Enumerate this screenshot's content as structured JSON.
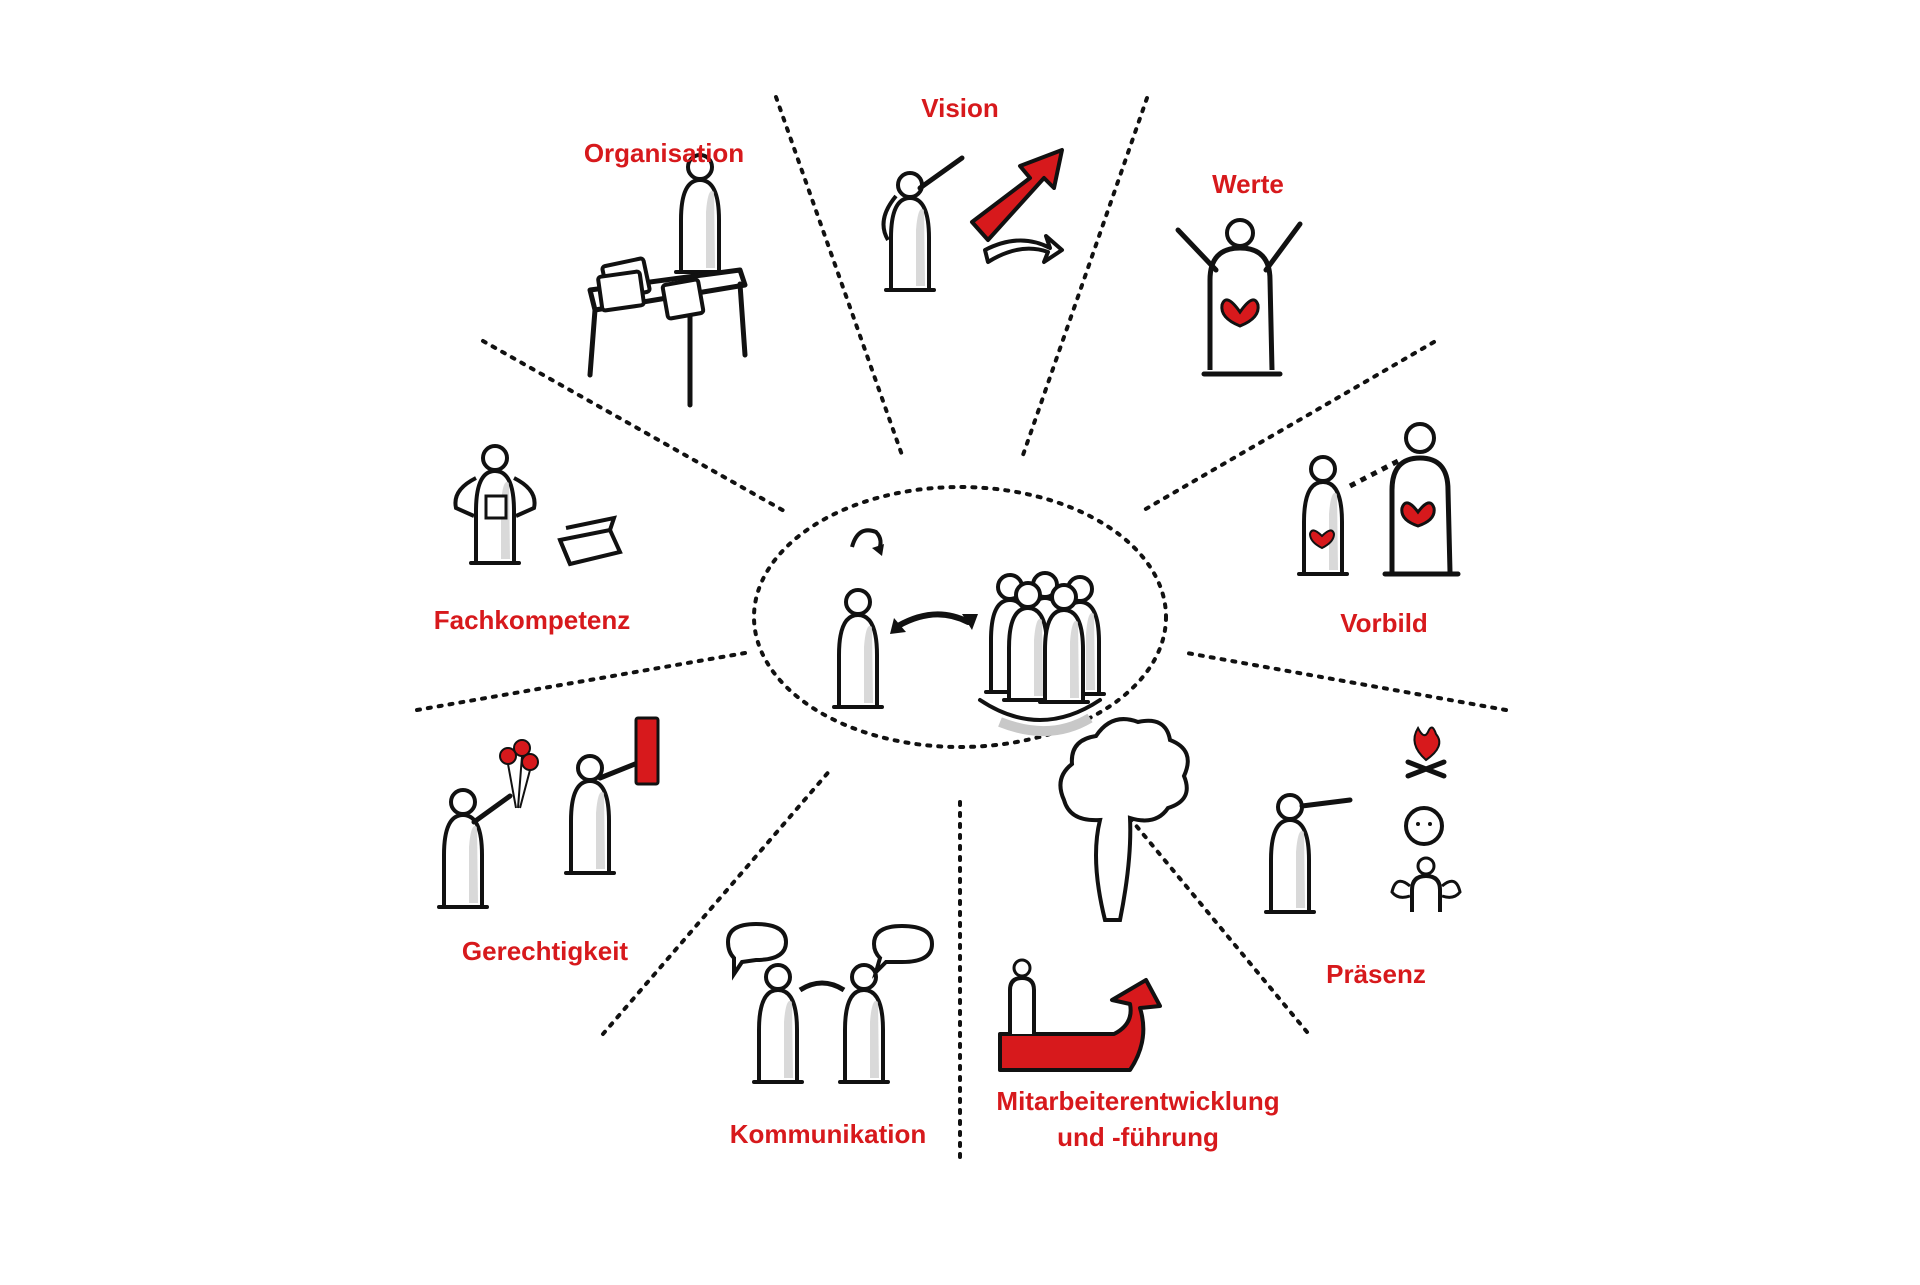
{
  "diagram": {
    "labels": {
      "vision": "Vision",
      "organisation": "Organisation",
      "werte": "Werte",
      "fachkompetenz": "Fachkompetenz",
      "vorbild": "Vorbild",
      "gerechtigkeit": "Gerechtigkeit",
      "praesenz": "Präsenz",
      "kommunikation": "Kommunikation",
      "mitarbeiter_line1": "Mitarbeiterentwicklung",
      "mitarbeiter_line2": "und -führung"
    },
    "colors": {
      "accent": "#d7191c",
      "ink": "#111111",
      "shade": "#c8c8c8",
      "background": "#ffffff"
    }
  }
}
